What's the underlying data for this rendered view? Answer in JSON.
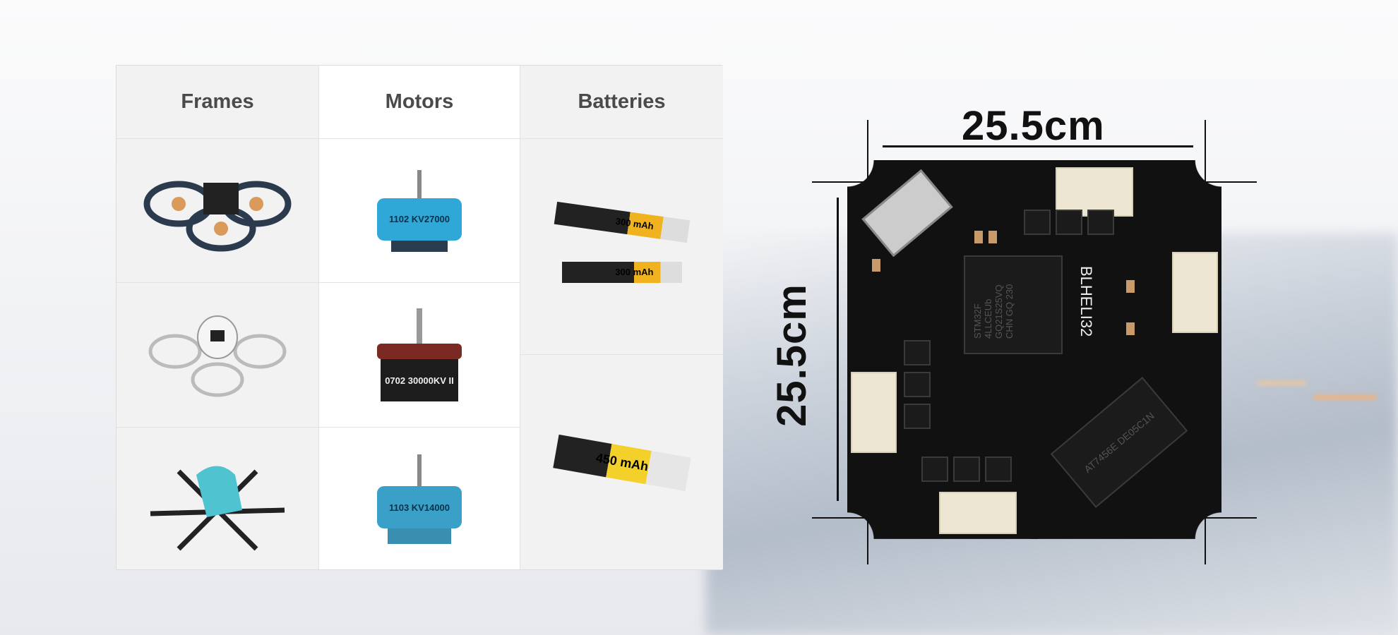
{
  "table": {
    "headers": [
      "Frames",
      "Motors",
      "Batteries"
    ],
    "motors": [
      "1102 KV27000",
      "0702 30000KV II",
      "1103 KV14000"
    ],
    "batteries": [
      "300 mAh",
      "300 mAh",
      "450 mAh"
    ]
  },
  "board": {
    "width_label": "25.5cm",
    "height_label": "25.5cm",
    "mcu_text": "STM32F 4LLCEUb GQ21S25VQ CHN GQ 230",
    "firmware_text": "BLHELI32",
    "driver_text": "AT7456E DE05C1N"
  },
  "colors": {
    "pcb": "#111111",
    "connector": "#ece6d2",
    "motor": "#2fa8d8",
    "frame_cyan": "#4fc3cf"
  }
}
